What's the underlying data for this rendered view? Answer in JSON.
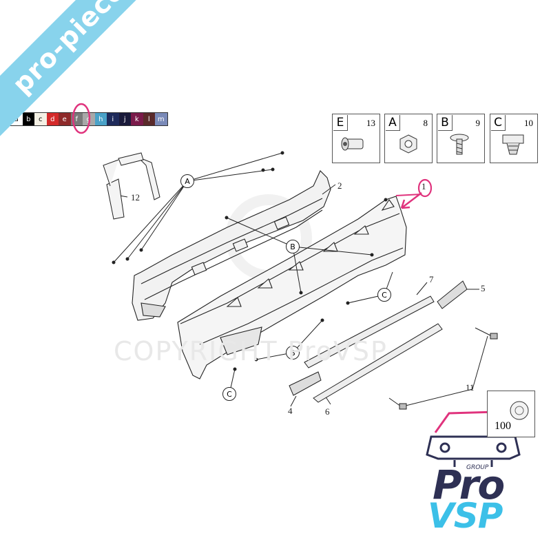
{
  "watermark": {
    "banner_text": "pro-piece-vsp.com",
    "copyright_text": "COPYRIGHT ProVSP"
  },
  "colors": {
    "banner": "#88d3ec",
    "highlight_magenta": "#e0337d",
    "logo_navy": "#2e3054",
    "logo_cyan": "#3cc0e8",
    "logo_pink": "#e0337d"
  },
  "swatches": [
    {
      "letter": "a",
      "bg": "#ffffff",
      "fg": "#000000"
    },
    {
      "letter": "b",
      "bg": "#000000",
      "fg": "#ffffff"
    },
    {
      "letter": "c",
      "bg": "#f4f0e4",
      "fg": "#000000"
    },
    {
      "letter": "d",
      "bg": "#d42a2a",
      "fg": "#ffffff"
    },
    {
      "letter": "e",
      "bg": "#8e2a2a",
      "fg": "#ffffff"
    },
    {
      "letter": "f",
      "bg": "#7a7a7a",
      "fg": "#ffffff"
    },
    {
      "letter": "g",
      "bg": "#a8a8a8",
      "fg": "#ffffff"
    },
    {
      "letter": "h",
      "bg": "#4aa2c8",
      "fg": "#ffffff"
    },
    {
      "letter": "i",
      "bg": "#1e2a5a",
      "fg": "#ffffff"
    },
    {
      "letter": "j",
      "bg": "#1a1a3a",
      "fg": "#ffffff"
    },
    {
      "letter": "k",
      "bg": "#7a1a4a",
      "fg": "#ffffff"
    },
    {
      "letter": "l",
      "bg": "#5a2a2a",
      "fg": "#ffffff"
    },
    {
      "letter": "m",
      "bg": "#7a8ab8",
      "fg": "#ffffff"
    }
  ],
  "legend": [
    {
      "letter": "E",
      "number": "13",
      "icon": "bolt-icon"
    },
    {
      "letter": "A",
      "number": "8",
      "icon": "nut-icon"
    },
    {
      "letter": "B",
      "number": "9",
      "icon": "screw-icon"
    },
    {
      "letter": "C",
      "number": "10",
      "icon": "clip-icon"
    }
  ],
  "part_numbers": {
    "p1": "1",
    "p2": "2",
    "p4": "4",
    "p5": "5",
    "p6": "6",
    "p7": "7",
    "p11": "11",
    "p12": "12",
    "p100": "100"
  },
  "callouts": {
    "A": "A",
    "B": "B",
    "C": "C"
  },
  "logo": {
    "pro": "Pro",
    "group": "GROUP",
    "vsp": "VSP"
  }
}
